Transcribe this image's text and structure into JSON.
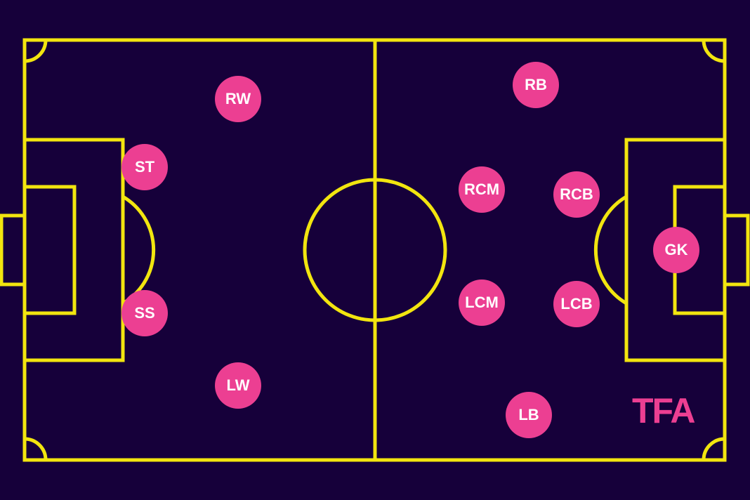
{
  "colors": {
    "background": "#16003a",
    "lines": "#f2e50f",
    "player": "#ec3f92",
    "player_text": "#ffffff"
  },
  "players": [
    {
      "label": "RW"
    },
    {
      "label": "ST"
    },
    {
      "label": "SS"
    },
    {
      "label": "LW"
    },
    {
      "label": "RB"
    },
    {
      "label": "RCM"
    },
    {
      "label": "RCB"
    },
    {
      "label": "GK"
    },
    {
      "label": "LCM"
    },
    {
      "label": "LCB"
    },
    {
      "label": "LB"
    }
  ],
  "logo": {
    "text": "TFA"
  }
}
